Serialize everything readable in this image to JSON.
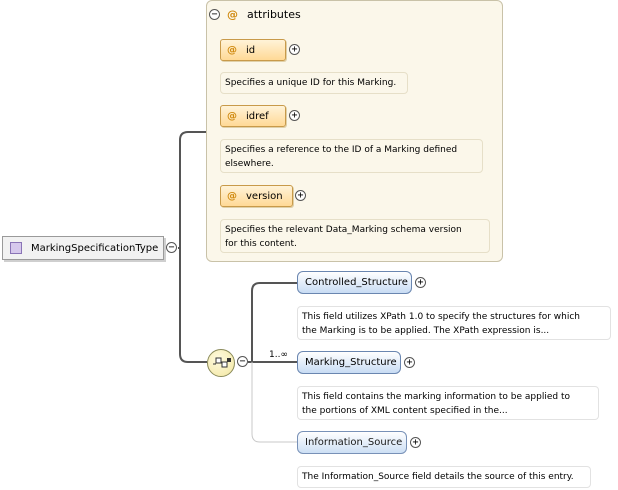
{
  "type_name": "MarkingSpecificationType",
  "attributes_group": {
    "title": "attributes",
    "items": [
      {
        "name": "id",
        "doc": "Specifies a unique ID for this Marking."
      },
      {
        "name": "idref",
        "doc_lines": [
          "Specifies a reference to the ID of a Marking defined",
          "elsewhere."
        ]
      },
      {
        "name": "version",
        "doc_lines": [
          "Specifies the relevant Data_Marking schema version",
          "for this content."
        ]
      }
    ]
  },
  "multiplicity": "1..∞",
  "elements": [
    {
      "name": "Controlled_Structure",
      "doc_lines": [
        "This field utilizes XPath 1.0 to specify the structures for which",
        "the Marking is to be applied. The XPath expression is..."
      ]
    },
    {
      "name": "Marking_Structure",
      "doc_lines": [
        "This field contains the marking information to be applied to",
        "the portions of XML content specified in the..."
      ]
    },
    {
      "name": "Information_Source",
      "doc": "The Information_Source field details the source of this entry."
    }
  ],
  "glyphs": {
    "at": "@",
    "minus": "−",
    "plus": "+"
  },
  "colors": {
    "attribute_fill": "#ffd996",
    "element_fill": "#c8dcf4",
    "group_bg": "#fbf7ea",
    "type_square": "#d6c8ec"
  }
}
